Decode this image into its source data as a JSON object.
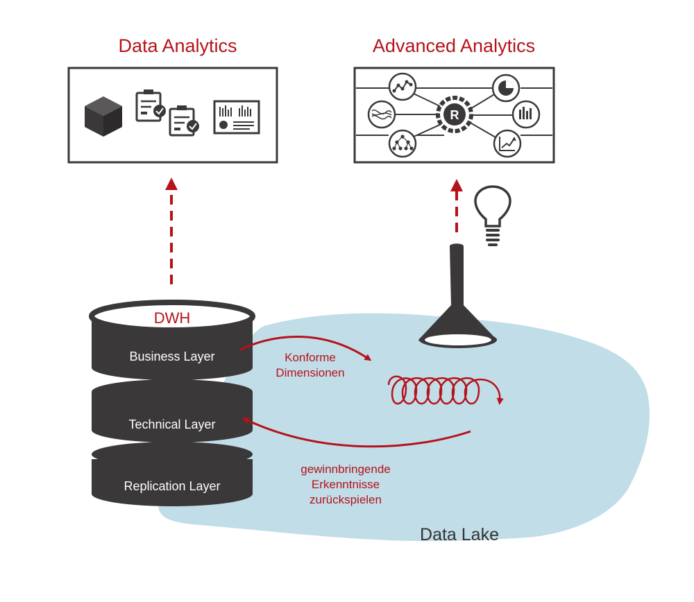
{
  "colors": {
    "accent_red": "#b5121b",
    "dark": "#3a3839",
    "lake_blue": "#c1dde7",
    "white": "#ffffff"
  },
  "data_analytics": {
    "title": "Data Analytics",
    "icons": [
      "cube-icon",
      "clipboard-check-icon",
      "clipboard-check-icon",
      "dashboard-icon"
    ]
  },
  "advanced_analytics": {
    "title": "Advanced Analytics",
    "center_icon": "r-logo-icon",
    "icons": [
      "line-graph-icon",
      "pie-chart-icon",
      "wave-chart-icon",
      "bar-chart-icon",
      "network-tree-icon",
      "trend-chart-icon"
    ]
  },
  "dwh": {
    "title": "DWH",
    "layers": [
      "Business Layer",
      "Technical Layer",
      "Replication Layer"
    ]
  },
  "flows": {
    "to_lake_label_1": "Konforme",
    "to_lake_label_2": "Dimensionen",
    "from_lake_label_1": "gewinnbringende",
    "from_lake_label_2": "Erkenntnisse",
    "from_lake_label_3": "zurückspielen"
  },
  "lake": {
    "label": "Data Lake"
  },
  "misc_icons": [
    "funnel-icon",
    "lightbulb-icon"
  ]
}
